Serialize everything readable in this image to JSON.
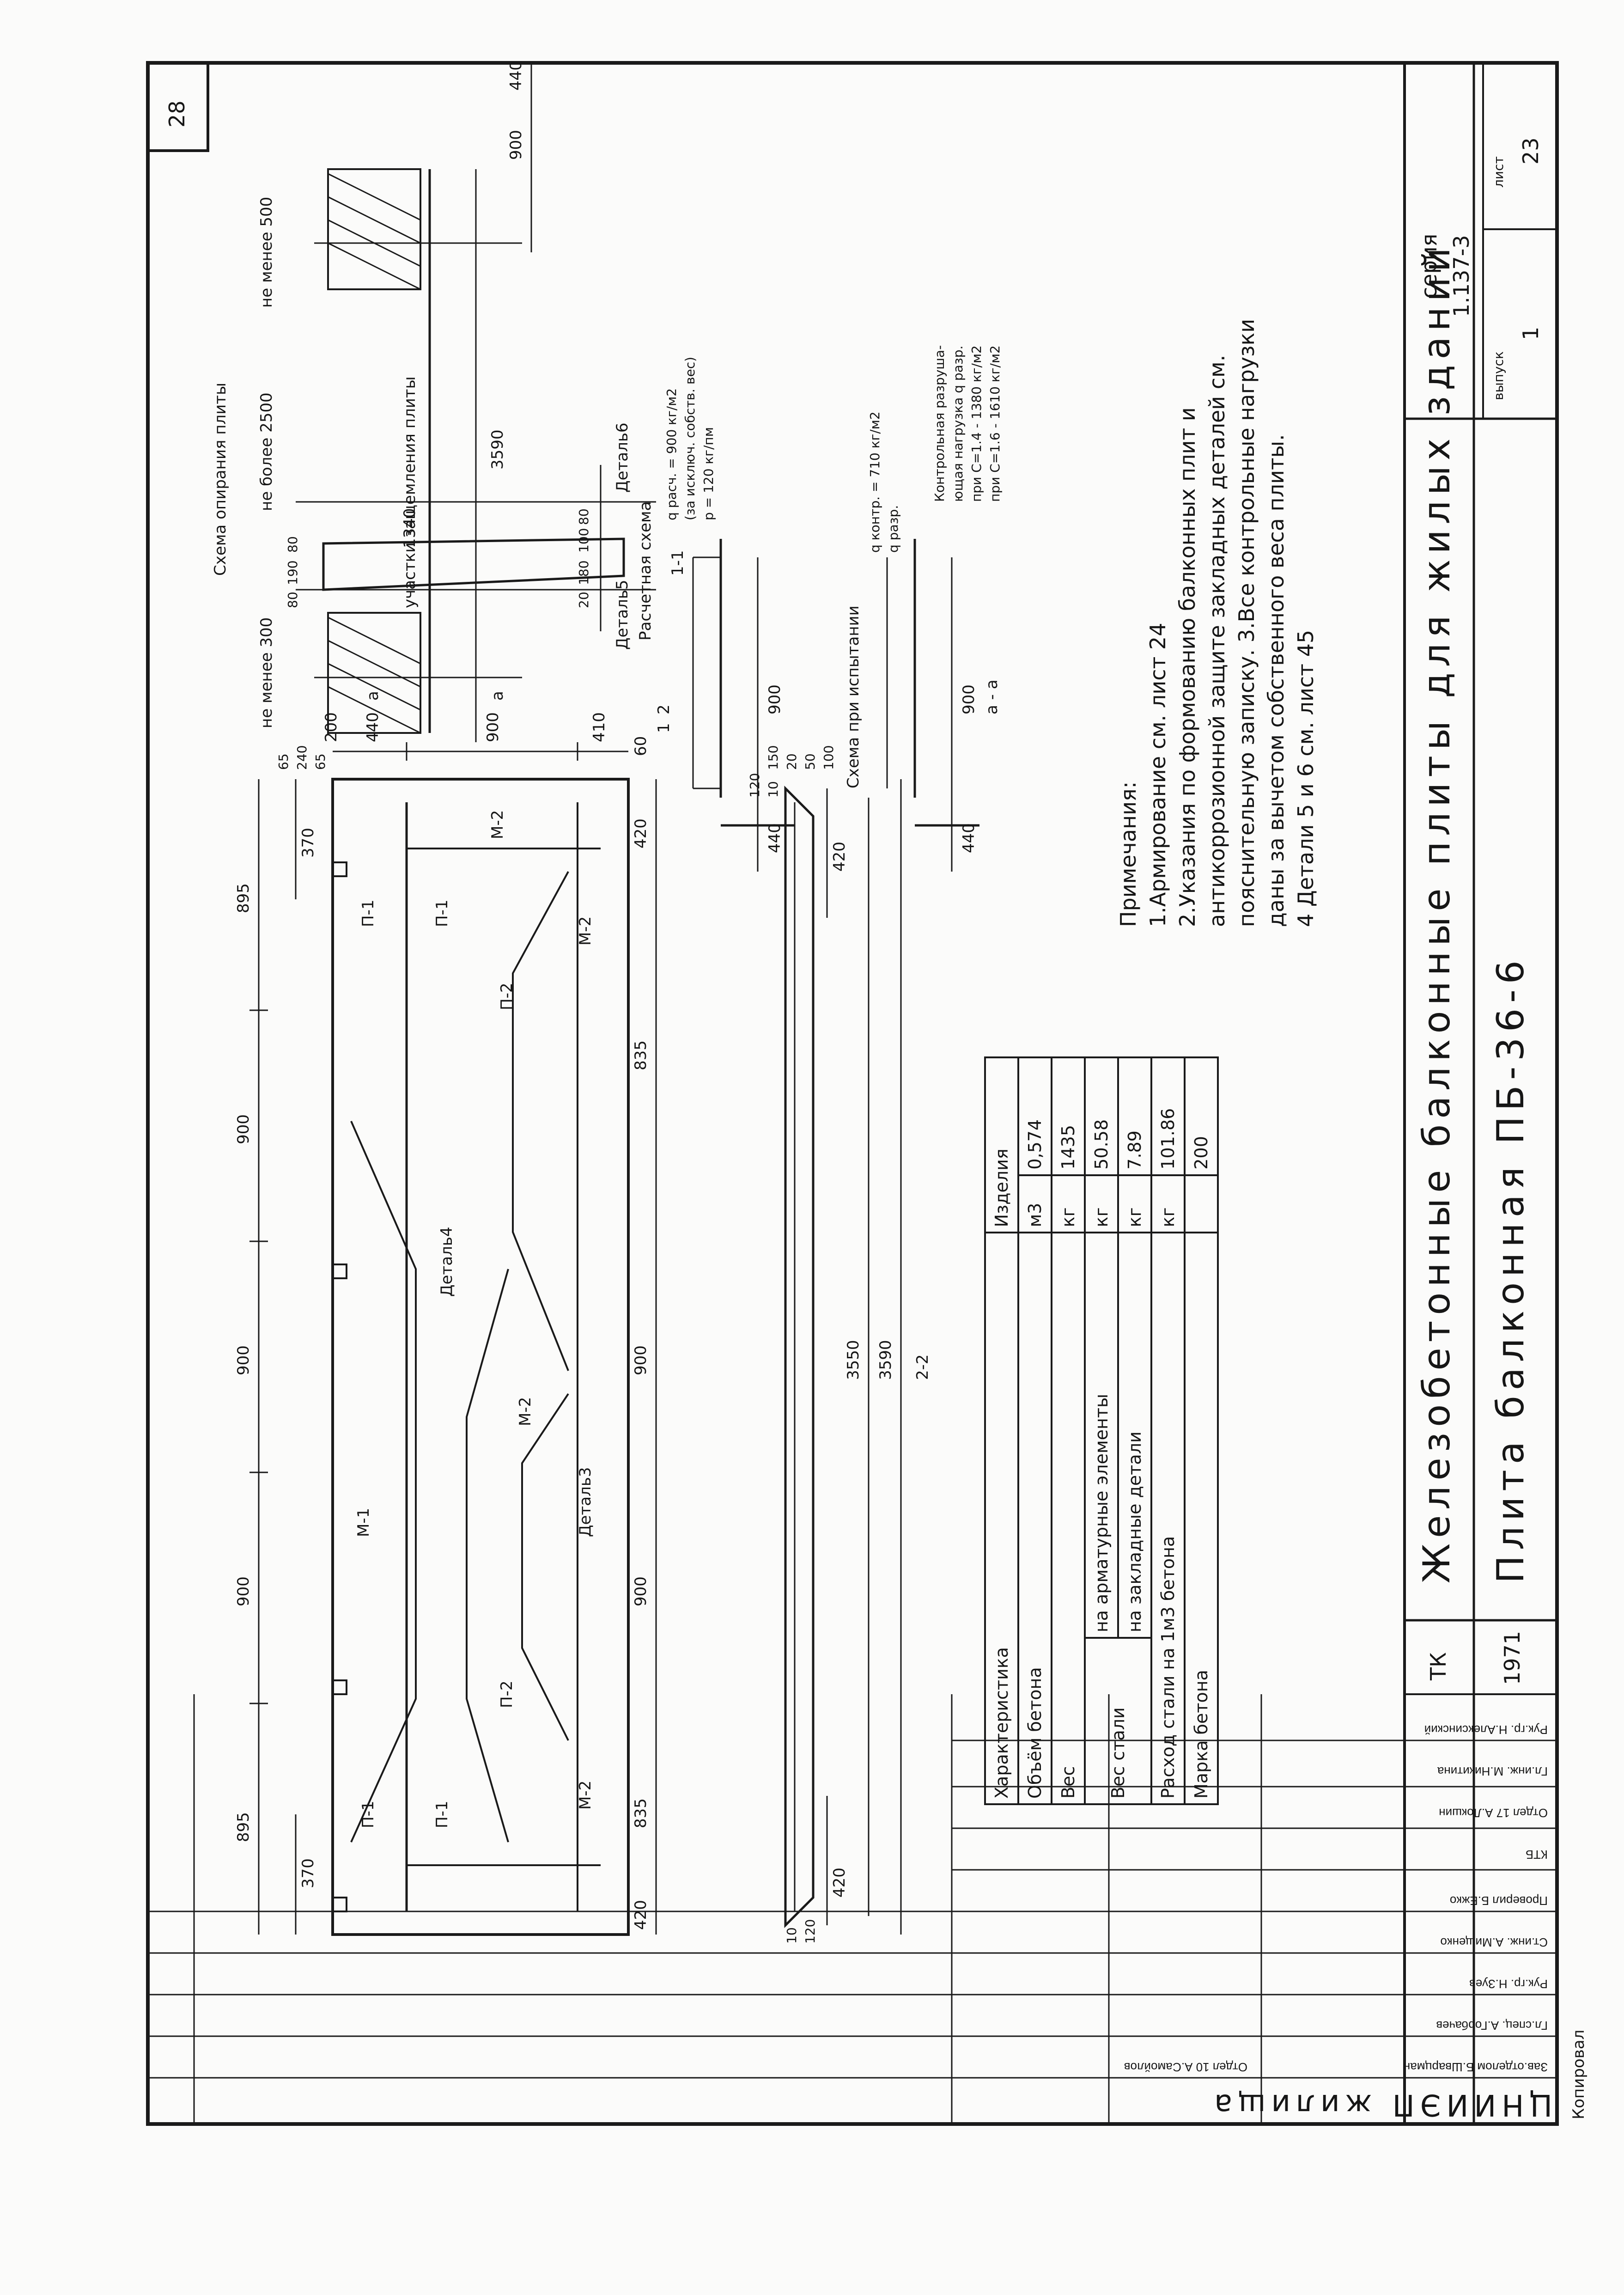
{
  "sheet_number": "28",
  "support_scheme": {
    "title": "Схема опирания плиты",
    "left_note": "не менее 300",
    "mid_note": "не более 2500",
    "right_note": "не менее 500",
    "zone_label": "участки защемления плиты",
    "label_a": "а",
    "dim_span": "3590",
    "dim_900": "900",
    "dim_440": "440"
  },
  "calc_scheme": {
    "title": "Расчетная схема",
    "load": "q расч. = 900 кг/м2",
    "self_weight": "(за исключ. собств. вес)",
    "point_load": "p = 120 кг/пм",
    "dim_440": "440",
    "dim_900": "900"
  },
  "test_scheme": {
    "title": "Схема при испытании",
    "load_control": "q контр. = 710 кг/м2",
    "load_break": "q разр.",
    "section": "а - а",
    "dim_440": "440",
    "dim_900": "900",
    "control_text": "Контрольная разруша-",
    "control_text2": "ющая нагрузка q разр.",
    "c14": "при С=1.4 - 1380 кг/м2",
    "c16": "при С=1.6 - 1610 кг/м2"
  },
  "plan": {
    "dims_top": [
      "895",
      "900",
      "900",
      "900",
      "895"
    ],
    "dim_370_left": "370",
    "dim_370_right": "370",
    "dims_side": [
      "200",
      "440",
      "900",
      "410"
    ],
    "dims_side2": [
      "65",
      "240",
      "65"
    ],
    "labels": [
      "П-1",
      "П-1",
      "П-1",
      "П-1",
      "М-1",
      "Деталь4",
      "М-2",
      "М-2",
      "П-2",
      "П-2",
      "М-2",
      "М-2",
      "Деталь3"
    ],
    "dims_bottom": [
      "420",
      "835",
      "900",
      "900",
      "835",
      "420"
    ],
    "dim_60": "60",
    "dim_420": "420",
    "mark_1": "1",
    "mark_2": "2"
  },
  "section11": {
    "title": "1-1",
    "detail5": "Деталь5",
    "detail6": "Деталь6",
    "dim_1340": "1340",
    "dims": [
      "80",
      "190",
      "80",
      "20",
      "180",
      "100",
      "80"
    ]
  },
  "section22": {
    "title": "2-2",
    "dim_3550": "3550",
    "dim_3590": "3590",
    "dim_420a": "420",
    "dim_420b": "420",
    "dims_right": [
      "150",
      "20",
      "50",
      "100"
    ],
    "small": [
      "10",
      "120",
      "10",
      "120"
    ]
  },
  "props_table": {
    "header_char": "Характеристика",
    "header_item": "Изделия",
    "rows": [
      {
        "name": "Объём бетона",
        "unit": "м3",
        "value": "0,574"
      },
      {
        "name": "Вес",
        "unit": "кг",
        "value": "1435"
      },
      {
        "name": "на арматурные элементы",
        "unit": "кг",
        "value": "50.58"
      },
      {
        "name": "на закладные детали",
        "unit": "кг",
        "value": "7.89"
      },
      {
        "name": "Расход стали на 1м3 бетона",
        "unit": "кг",
        "value": "101.86"
      },
      {
        "name": "Марка бетона",
        "unit": "",
        "value": "200"
      }
    ],
    "group_label": "Вес стали"
  },
  "notes": {
    "heading": "Примечания:",
    "lines": [
      "1.Армирование  см. лист 24",
      "2.Указания  по формованию балконных плит и",
      "антикоррозионной защите закладных деталей см.",
      "пояснительную записку. 3.Все контрольные нагрузки",
      "даны за вычетом собственного веса плиты.",
      "4 Детали  5 и 6  см. лист 45"
    ]
  },
  "title_block": {
    "tk": "ТК",
    "year": "1971",
    "title_main": "Железобетонные балконные плиты для жилых зданий",
    "title_sub": "Плита балконная ПБ-36-6",
    "series_label": "серия",
    "series": "1.137-3",
    "issue_label": "выпуск",
    "issue": "1",
    "sheet_label": "лист",
    "sheet": "23",
    "org": "ЦНИИЭП жилища",
    "signatures": [
      "Зав.отделом Б.Шварцман",
      "Гл.спец. А.Горбачев",
      "Рук.гр. Н.Зуев",
      "Ст.инж. А.Мищенко",
      "Проверил Б.Ежко",
      "КТБ",
      "Отдел 17 А.Локшин",
      "Гл.инж. М.Никитина",
      "Рук.гр. Н.Алексинский",
      "Отдел 10 А.Самойлов"
    ],
    "copied": "Копировал"
  },
  "colors": {
    "ink": "#161616",
    "paper": "#fbfbfa"
  }
}
